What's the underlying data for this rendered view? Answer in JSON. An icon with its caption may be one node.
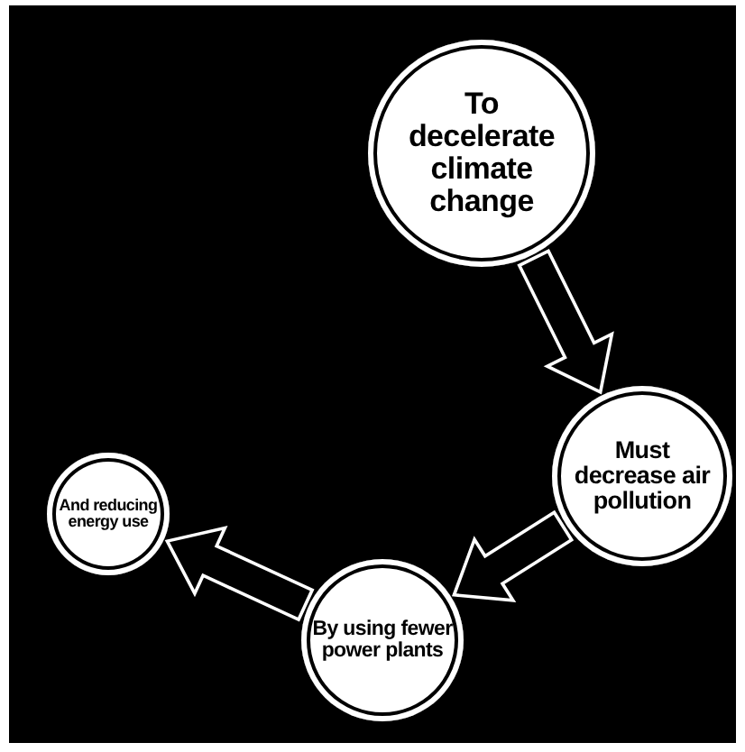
{
  "diagram": {
    "nodes": [
      {
        "text": [
          "To decelerate climate change"
        ]
      },
      {
        "text": [
          "Must decrease air pollution"
        ]
      },
      {
        "text": [
          "By using fewer power plants"
        ]
      },
      {
        "text": [
          "And reducing energy use"
        ]
      }
    ],
    "edges": [
      {
        "from": 0,
        "to": 1,
        "arrow": "to"
      },
      {
        "from": 1,
        "to": 2,
        "arrow": "to"
      },
      {
        "from": 2,
        "to": 3,
        "arrow": "to"
      }
    ]
  }
}
